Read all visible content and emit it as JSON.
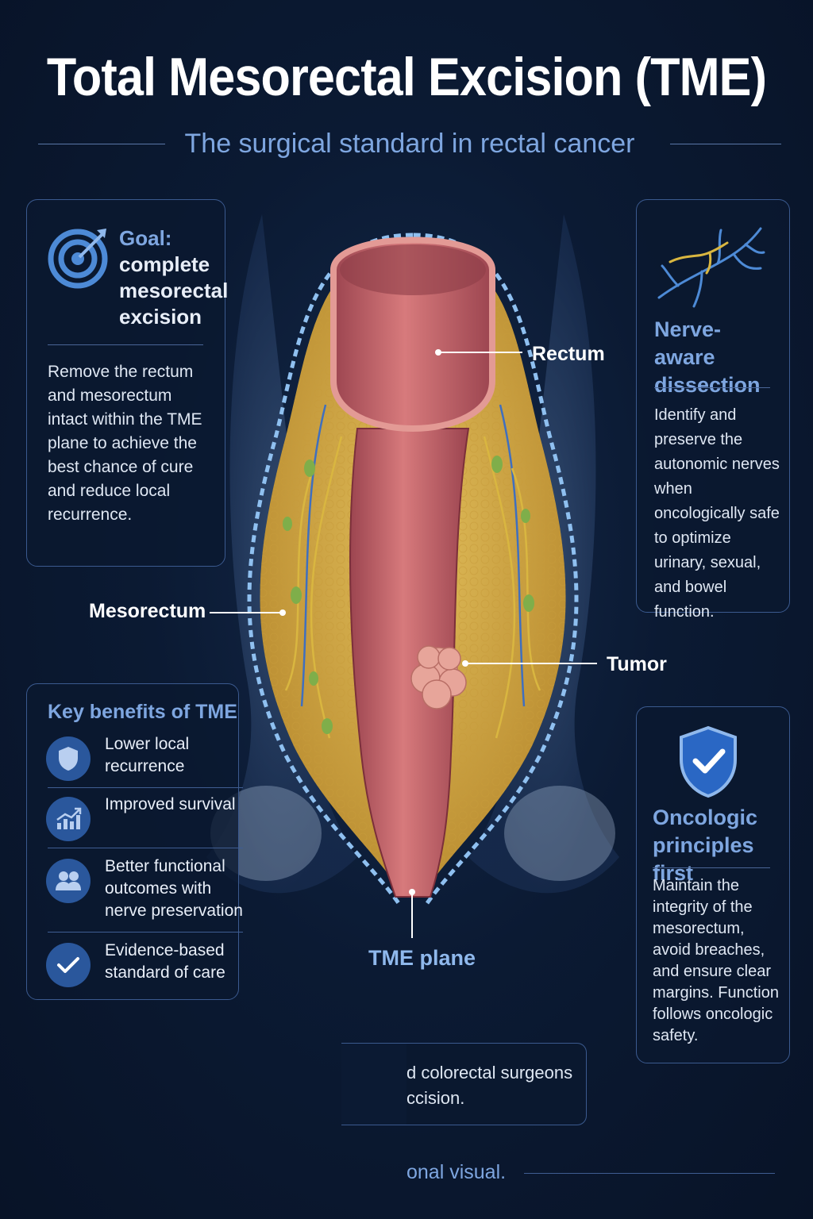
{
  "header": {
    "title": "Total Mesorectal Excision (TME)",
    "subtitle": "The surgical standard in rectal cancer"
  },
  "goal_card": {
    "label": "Goal:",
    "heading": "complete mesorectal excision",
    "body": "Remove the rectum and mesorectum intact within the TME plane to achieve the best chance of cure and reduce local recurrence.",
    "icon": "target-icon"
  },
  "nerve_card": {
    "title": "Nerve-aware dissection",
    "body": "Identify and preserve the autonomic nerves when oncologically safe to optimize urinary, sexual, and bowel function.",
    "icon": "nerve-icon"
  },
  "benefits_card": {
    "title": "Key benefits of TME",
    "items": [
      {
        "icon": "shield-icon",
        "label": "Lower local recurrence"
      },
      {
        "icon": "chart-up-icon",
        "label": "Improved survival"
      },
      {
        "icon": "people-icon",
        "label": "Better functional outcomes with nerve preservation"
      },
      {
        "icon": "check-icon",
        "label": "Evidence-based standard of care"
      }
    ]
  },
  "oncologic_card": {
    "title": "Oncologic principles first",
    "body": "Maintain the integrity of the mesorectum, avoid breaches, and ensure clear margins. Function follows oncologic safety.",
    "icon": "shield-check-icon"
  },
  "diagram_labels": {
    "rectum": "Rectum",
    "mesorectum": "Mesorectum",
    "tumor": "Tumor",
    "tme_plane": "TME plane"
  },
  "bottom_card": {
    "line1": "d colorectal surgeons",
    "line2": "ccision."
  },
  "footer": {
    "text": "onal visual."
  },
  "colors": {
    "background": "#0b1a33",
    "accent": "#7ea6e0",
    "card_border": "#3b5a8f",
    "tissue": "#c96a6a",
    "fat": "#d8b04a",
    "plane": "#8fc0f0"
  }
}
